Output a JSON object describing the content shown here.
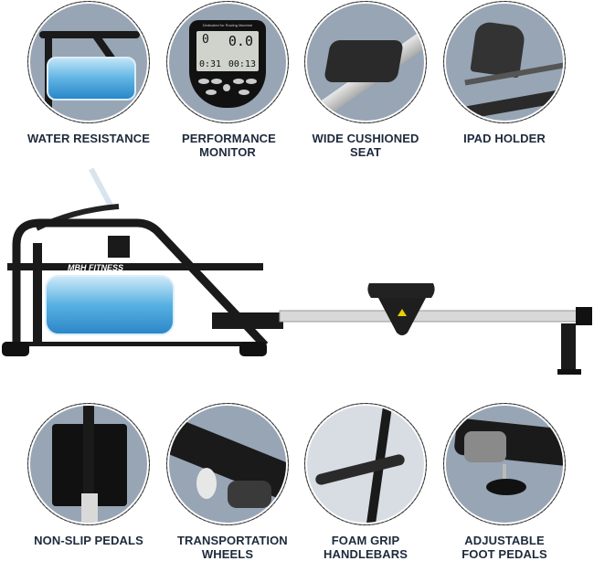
{
  "top_features": [
    {
      "label": "WATER RESISTANCE",
      "icon": "water-tank-icon"
    },
    {
      "label": "PERFORMANCE MONITOR",
      "icon": "monitor-icon"
    },
    {
      "label": "WIDE CUSHIONED SEAT",
      "icon": "seat-icon"
    },
    {
      "label": "IPAD HOLDER",
      "icon": "tablet-holder-icon"
    }
  ],
  "bottom_features": [
    {
      "label": "NON-SLIP PEDALS",
      "icon": "pedals-icon"
    },
    {
      "label": "TRANSPORTATION WHEELS",
      "icon": "wheel-icon"
    },
    {
      "label": "FOAM GRIP HANDLEBARS",
      "icon": "handlebar-icon"
    },
    {
      "label": "ADJUSTABLE FOOT PEDALS",
      "icon": "foot-pedal-icon"
    }
  ],
  "monitor": {
    "header": "Dedicated for Rowing Machine",
    "top_left": "0",
    "top_right": "0.0",
    "bottom_left": "0:31",
    "bottom_right": "00:13"
  },
  "product": {
    "brand": "MBH FITNESS"
  },
  "colors": {
    "label_text": "#1e2a3c",
    "circle_bg": "#97a5b5",
    "water": "#3a9ad9"
  }
}
